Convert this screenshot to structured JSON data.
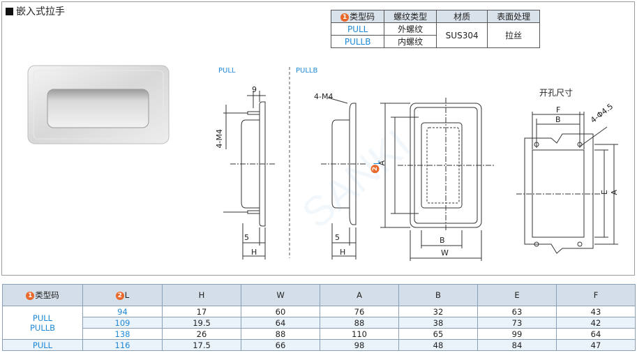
{
  "title": "嵌入式拉手",
  "spec_table": {
    "headers": [
      "类型码",
      "螺纹类型",
      "材质",
      "表面处理"
    ],
    "header_badge": "1",
    "rows": [
      {
        "code": "PULL",
        "thread": "外螺纹"
      },
      {
        "code": "PULLB",
        "thread": "内螺纹"
      }
    ],
    "material": "SUS304",
    "finish": "拉丝"
  },
  "drawings": {
    "pull_label": "PULL",
    "pullb_label": "PULLB",
    "hole_title": "开孔尺寸",
    "dims": {
      "nine": "9",
      "m4_left": "4-M4",
      "five_left": "5",
      "h_left": "H",
      "m4_right": "4-M4",
      "five_right": "5",
      "h_right": "H",
      "a": "A",
      "l": "L",
      "l_badge": "2",
      "b": "B",
      "w": "W",
      "f": "F",
      "hb": "B",
      "hole": "4-Φ4.5",
      "e": "E",
      "ha": "A"
    }
  },
  "dims_table": {
    "headers": [
      {
        "badge": "1",
        "label": "类型码"
      },
      {
        "badge": "2",
        "label": "L"
      },
      {
        "label": "H"
      },
      {
        "label": "W"
      },
      {
        "label": "A"
      },
      {
        "label": "B"
      },
      {
        "label": "E"
      },
      {
        "label": "F"
      }
    ],
    "group1_code_line1": "PULL",
    "group1_code_line2": "PULLB",
    "group2_code": "PULL",
    "rows": [
      [
        "94",
        "17",
        "60",
        "76",
        "32",
        "63",
        "43"
      ],
      [
        "109",
        "19.5",
        "64",
        "88",
        "38",
        "73",
        "42"
      ],
      [
        "138",
        "26",
        "88",
        "110",
        "65",
        "99",
        "64"
      ],
      [
        "116",
        "17.5",
        "66",
        "98",
        "48",
        "84",
        "47"
      ]
    ]
  },
  "colors": {
    "accent_blue": "#1e88d6",
    "badge_orange": "#e8692b",
    "header_bg": "#d4dee8"
  }
}
